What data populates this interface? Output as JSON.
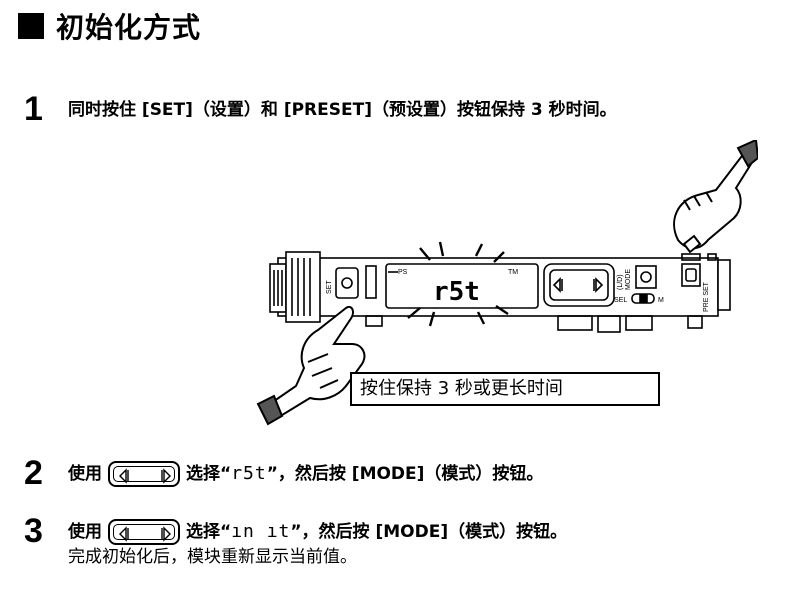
{
  "title": "初始化方式",
  "steps": [
    {
      "number": "1",
      "text": "同时按住 [SET]（设置）和 [PRESET]（预设置）按钮保持 3 秒时间。"
    },
    {
      "number": "2",
      "prefix": "使用",
      "middle": "选择“",
      "display": "r5t",
      "suffix": "”，然后按 [MODE]（模式）按钮。"
    },
    {
      "number": "3",
      "prefix": "使用",
      "middle": "选择“",
      "display": "ın ıt",
      "suffix": "”，然后按 [MODE]（模式）按钮。",
      "note": "完成初始化后，模块重新显示当前值。"
    }
  ],
  "illustration": {
    "callout": "按住保持 3 秒或更长时间",
    "labels": {
      "ps": "PS",
      "tm": "TM",
      "set": "SET",
      "mode": "MODE",
      "mode_sub": "(L/D)",
      "sel": "SEL",
      "m": "M",
      "pre_set": "PRE SET",
      "display": "r5t"
    }
  }
}
